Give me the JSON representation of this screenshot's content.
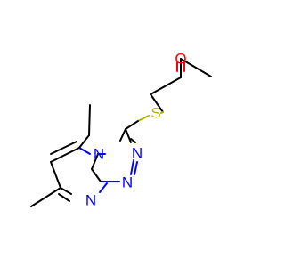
{
  "molecule": {
    "atoms": {
      "oxygen": {
        "label": "O",
        "color": "#ff0000"
      },
      "sulfur": {
        "label": "S",
        "color": "#b2b200"
      },
      "n_bridge": {
        "label": "N",
        "color": "#0000ff"
      },
      "n_triazole_upper": {
        "label": "N",
        "color": "#0000ff"
      },
      "n_triazole_lower": {
        "label": "N",
        "color": "#0000ff"
      },
      "n_pyrimidine": {
        "label": "N",
        "color": "#0000ff"
      }
    },
    "bond_color": "#000000"
  }
}
